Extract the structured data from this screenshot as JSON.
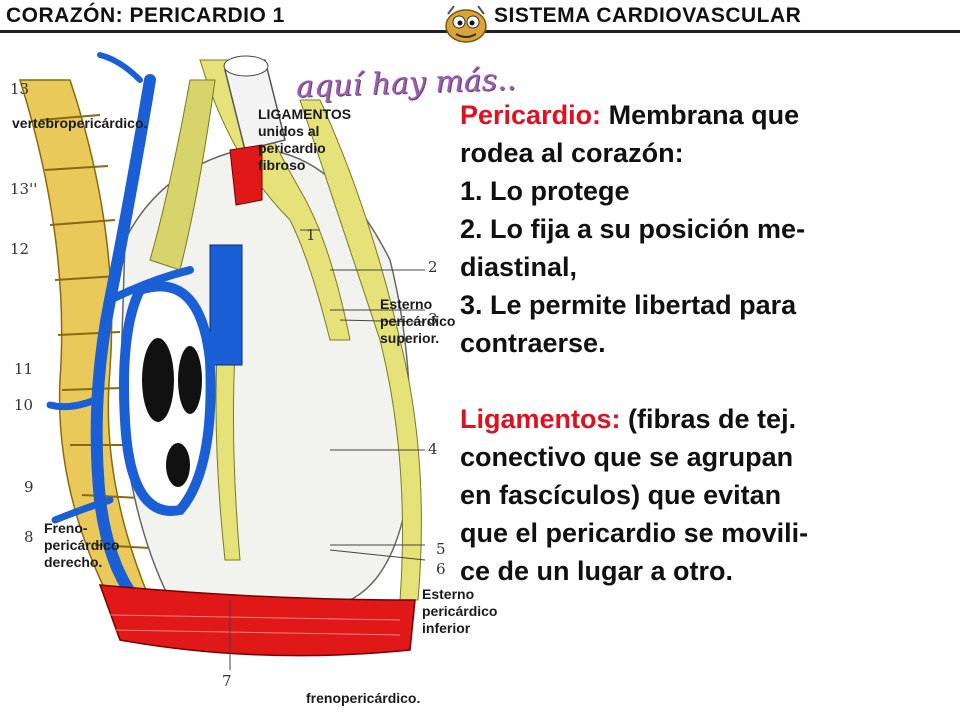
{
  "header": {
    "left_title": "CORAZÓN: PERICARDIO 1",
    "right_title": "SISTEMA CARDIOVASCULAR"
  },
  "figure": {
    "badge": "aquí hay más..",
    "labels": {
      "vertebro": "vertebropericárdico.",
      "ligamentos": [
        "LIGAMENTOS",
        "unidos al",
        "pericardio",
        "fibroso"
      ],
      "esterno_sup": [
        "Esterno",
        "pericárdico",
        "superior."
      ],
      "freno_der": [
        "Freno-",
        "pericárdico",
        "derecho."
      ],
      "esterno_inf": [
        "Esterno",
        "pericárdico",
        "inferior"
      ],
      "frenopericardico": "frenopericárdico."
    },
    "numbers": [
      "13",
      "13''",
      "12",
      "11",
      "10",
      "9",
      "8",
      "1",
      "2",
      "3",
      "4",
      "5",
      "6",
      "7"
    ]
  },
  "text": {
    "pericardio_title": "Pericardio:",
    "pericardio_lines": [
      "Membrana que",
      "rodea al corazón:",
      "1. Lo protege",
      "2. Lo fija a su posición me-",
      "diastinal,",
      "3. Le permite libertad para",
      "contraerse."
    ],
    "ligamentos_title": "Ligamentos:",
    "ligamentos_lines": [
      "(fibras de tej.",
      "conectivo que se agrupan",
      "en fascículos) que evitan",
      "que el pericardio se movili-",
      "ce de un lugar a otro."
    ]
  },
  "colors": {
    "red_text": "#e01020",
    "vein_blue": "#1a5fd6",
    "ligament_yellow": "#e6e27a",
    "muscle_red": "#e01818"
  }
}
